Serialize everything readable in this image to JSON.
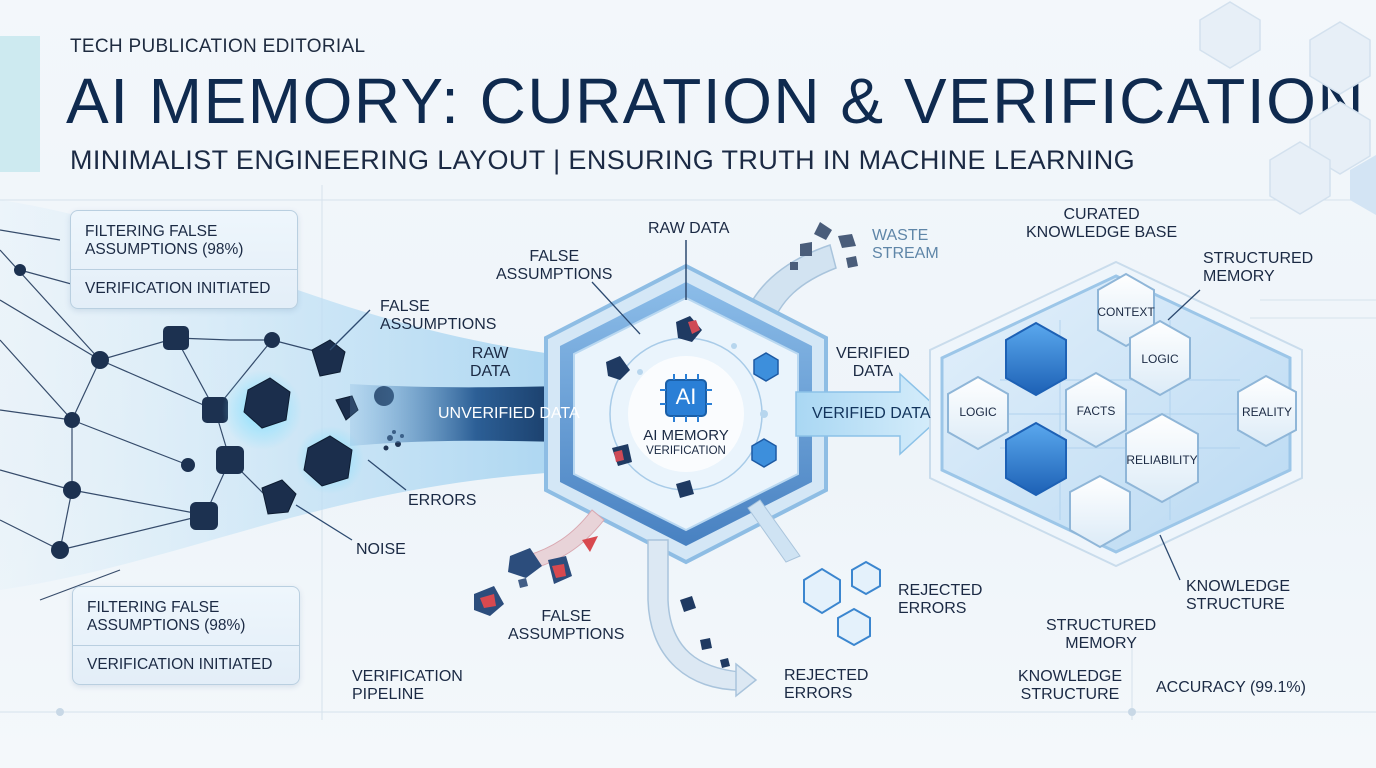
{
  "header": {
    "kicker": "TECH PUBLICATION EDITORIAL",
    "title": "AI MEMORY: CURATION & VERIFICATION",
    "subtitle": "MINIMALIST ENGINEERING LAYOUT |  ENSURING TRUTH IN MACHINE LEARNING"
  },
  "left_panel_top": {
    "line1": "FILTERING FALSE\nASSUMPTIONS (98%)",
    "line2": "VERIFICATION INITIATED"
  },
  "left_panel_bottom": {
    "line1": "FILTERING FALSE\nASSUMPTIONS (98%)",
    "line2": "VERIFICATION INITIATED"
  },
  "intake_labels": {
    "false_assumptions": "FALSE\nASSUMPTIONS",
    "raw_data": "RAW\nDATA",
    "errors": "ERRORS",
    "noise": "NOISE",
    "unverified_arrow": "UNVERIFIED DATA"
  },
  "core": {
    "badge": "AI",
    "title": "AI MEMORY",
    "subtitle": "VERIFICATION",
    "raw_data": "RAW DATA",
    "false_assumptions": "FALSE\nASSUMPTIONS",
    "waste_stream": "WASTE\nSTREAM",
    "out_false_assumptions": "FALSE\nASSUMPTIONS",
    "rejected_errors_right": "REJECTED\nERRORS",
    "rejected_errors_bottom": "REJECTED\nERRORS"
  },
  "output": {
    "verified_label": "VERIFIED\nDATA",
    "verified_arrow": "VERIFIED DATA"
  },
  "knowledge": {
    "curated": "CURATED\nKNOWLEDGE BASE",
    "structured_memory_top": "STRUCTURED\nMEMORY",
    "knowledge_structure_right": "KNOWLEDGE\nSTRUCTURE",
    "structured_memory_bottom": "STRUCTURED\nMEMORY",
    "knowledge_structure_bottom": "KNOWLEDGE\nSTRUCTURE",
    "accuracy": "ACCURACY (99.1%)",
    "cells": {
      "context": "CONTEXT",
      "logic_top": "LOGIC",
      "logic_left": "LOGIC",
      "facts": "FACTS",
      "reality": "REALITY",
      "reliability": "RELIABILITY"
    }
  },
  "footer": {
    "pipeline": "VERIFICATION\nPIPELINE"
  },
  "colors": {
    "navy": "#0f2a4f",
    "blue": "#2f7fd0",
    "light_blue": "#cfe7f7",
    "red": "#d8494f",
    "teal_accent": "#cdeaf0"
  }
}
